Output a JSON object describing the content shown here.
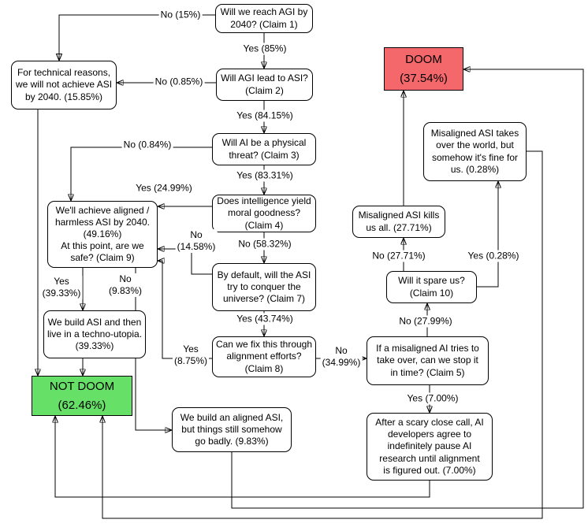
{
  "diagram": {
    "nodes": {
      "claim1": {
        "text": "Will we reach AGI by\n2040? (Claim 1)"
      },
      "claim2": {
        "text": "Will AGI lead to ASI?\n(Claim 2)"
      },
      "claim3": {
        "text": "Will AI be a physical\nthreat? (Claim 3)"
      },
      "claim4": {
        "text": "Does intelligence yield\nmoral goodness?\n(Claim 4)"
      },
      "claim7": {
        "text": "By default, will the ASI\ntry to conquer the\nuniverse? (Claim 7)"
      },
      "claim8": {
        "text": "Can we fix this through\nalignment efforts?\n(Claim 8)"
      },
      "claim9": {
        "text": "We'll achieve aligned /\nharmless ASI by 2040.\n(49.16%)\nAt this point, are we\nsafe? (Claim 9)"
      },
      "claim5": {
        "text": "If a misaligned AI tries to\ntake over, can we stop it\nin time? (Claim 5)"
      },
      "claim10": {
        "text": "Will it spare us?\n(Claim 10)"
      },
      "tech_reasons": {
        "text": "For technical reasons,\nwe will not achieve ASI\nby 2040. (15.85%)"
      },
      "utopia": {
        "text": "We build ASI and then\nlive in a techno-utopia.\n(39.33%)"
      },
      "kills": {
        "text": "Misaligned ASI kills\nus all. (27.71%)"
      },
      "takes_over": {
        "text": "Misaligned ASI takes\nover the world, but\nsomehow it's fine for\nus. (0.28%)"
      },
      "goes_badly": {
        "text": "We build an aligned ASI,\nbut things still somehow\ngo badly. (9.83%)"
      },
      "pause": {
        "text": "After a scary close call, AI\ndevelopers agree to\nindefinitely pause AI\nresearch until alignment\nis figured out. (7.00%)"
      },
      "doom": {
        "text": "DOOM\n(37.54%)"
      },
      "not_doom": {
        "text": "NOT DOOM\n(62.46%)"
      }
    },
    "edge_labels": {
      "c1_no": "No (15%)",
      "c1_yes": "Yes (85%)",
      "c2_no": "No (0.85%)",
      "c2_yes": "Yes (84.15%)",
      "c3_no": "No (0.84%)",
      "c3_yes": "Yes (83.31%)",
      "c4_yes": "Yes (24.99%)",
      "c4_no": "No (58.32%)",
      "c7_no": "No\n(14.58%)",
      "c7_yes": "Yes (43.74%)",
      "c8_yes": "Yes\n(8.75%)",
      "c8_no": "No\n(34.99%)",
      "c9_yes": "Yes\n(39.33%)",
      "c9_no": "No\n(9.83%)",
      "c5_no": "No (27.99%)",
      "c5_yes": "Yes (7.00%)",
      "c10_no": "No (27.71%)",
      "c10_yes": "Yes (0.28%)"
    },
    "colors": {
      "doom_fill": "#f4686c",
      "not_doom_fill": "#66e066",
      "node_fill": "#ffffff",
      "line": "#000000"
    }
  }
}
